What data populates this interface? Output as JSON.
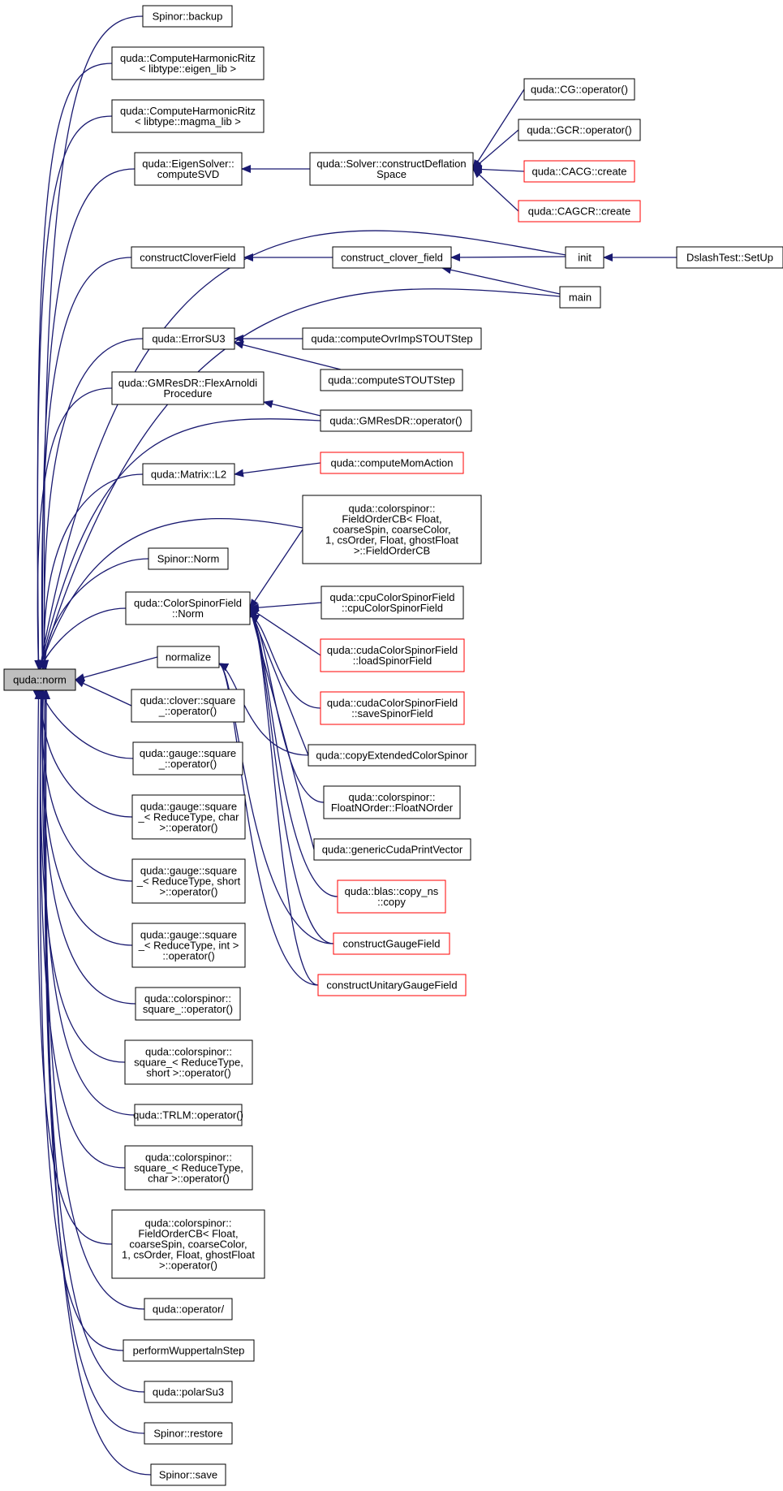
{
  "colors": {
    "edge": "#191970",
    "node_border": "#000000",
    "node_border_truncated": "#ff0000",
    "root_fill": "#bfbfbf",
    "node_fill": "#ffffff"
  },
  "nodes": [
    {
      "id": "root",
      "label": [
        "quda::norm"
      ],
      "root": true
    },
    {
      "id": "n1",
      "label": [
        "Spinor::backup"
      ]
    },
    {
      "id": "n2",
      "label": [
        "quda::ComputeHarmonicRitz",
        "< libtype::eigen_lib >"
      ]
    },
    {
      "id": "n3",
      "label": [
        "quda::ComputeHarmonicRitz",
        "< libtype::magma_lib >"
      ]
    },
    {
      "id": "n4",
      "label": [
        "quda::EigenSolver::",
        "computeSVD"
      ]
    },
    {
      "id": "n5",
      "label": [
        "quda::Solver::constructDeflation",
        "Space"
      ]
    },
    {
      "id": "n6",
      "label": [
        "quda::CG::operator()"
      ]
    },
    {
      "id": "n7",
      "label": [
        "quda::GCR::operator()"
      ]
    },
    {
      "id": "n8",
      "label": [
        "quda::CACG::create"
      ],
      "red": true
    },
    {
      "id": "n9",
      "label": [
        "quda::CAGCR::create"
      ],
      "red": true
    },
    {
      "id": "n10",
      "label": [
        "constructCloverField"
      ]
    },
    {
      "id": "n11",
      "label": [
        "construct_clover_field"
      ]
    },
    {
      "id": "n12",
      "label": [
        "init"
      ]
    },
    {
      "id": "n13",
      "label": [
        "DslashTest::SetUp"
      ]
    },
    {
      "id": "n14",
      "label": [
        "main"
      ]
    },
    {
      "id": "n15",
      "label": [
        "quda::ErrorSU3"
      ]
    },
    {
      "id": "n16",
      "label": [
        "quda::computeOvrImpSTOUTStep"
      ]
    },
    {
      "id": "n17",
      "label": [
        "quda::computeSTOUTStep"
      ]
    },
    {
      "id": "n18",
      "label": [
        "quda::GMResDR::FlexArnoldi",
        "Procedure"
      ]
    },
    {
      "id": "n19",
      "label": [
        "quda::GMResDR::operator()"
      ]
    },
    {
      "id": "n20",
      "label": [
        "quda::Matrix::L2"
      ]
    },
    {
      "id": "n21",
      "label": [
        "quda::computeMomAction"
      ],
      "red": true
    },
    {
      "id": "n22",
      "label": [
        "quda::colorspinor::",
        "FieldOrderCB< Float,",
        "coarseSpin, coarseColor,",
        "1, csOrder, Float, ghostFloat",
        ">::FieldOrderCB"
      ]
    },
    {
      "id": "n23",
      "label": [
        "Spinor::Norm"
      ]
    },
    {
      "id": "n24",
      "label": [
        "quda::ColorSpinorField",
        "::Norm"
      ]
    },
    {
      "id": "n25",
      "label": [
        "quda::cpuColorSpinorField",
        "::cpuColorSpinorField"
      ]
    },
    {
      "id": "n26",
      "label": [
        "quda::cudaColorSpinorField",
        "::loadSpinorField"
      ],
      "red": true
    },
    {
      "id": "n27",
      "label": [
        "quda::cudaColorSpinorField",
        "::saveSpinorField"
      ],
      "red": true
    },
    {
      "id": "n28",
      "label": [
        "quda::copyExtendedColorSpinor"
      ]
    },
    {
      "id": "n29",
      "label": [
        "quda::colorspinor::",
        "FloatNOrder::FloatNOrder"
      ]
    },
    {
      "id": "n30",
      "label": [
        "quda::genericCudaPrintVector"
      ]
    },
    {
      "id": "n31",
      "label": [
        "quda::blas::copy_ns",
        "::copy"
      ],
      "red": true
    },
    {
      "id": "n32",
      "label": [
        "constructGaugeField"
      ],
      "red": true
    },
    {
      "id": "n33",
      "label": [
        "constructUnitaryGaugeField"
      ],
      "red": true
    },
    {
      "id": "n34",
      "label": [
        "normalize"
      ]
    },
    {
      "id": "n35",
      "label": [
        "quda::clover::square",
        "_::operator()"
      ]
    },
    {
      "id": "n36",
      "label": [
        "quda::gauge::square",
        "_::operator()"
      ]
    },
    {
      "id": "n37",
      "label": [
        "quda::gauge::square",
        "_< ReduceType, char",
        ">::operator()"
      ]
    },
    {
      "id": "n38",
      "label": [
        "quda::gauge::square",
        "_< ReduceType, short",
        ">::operator()"
      ]
    },
    {
      "id": "n39",
      "label": [
        "quda::gauge::square",
        "_< ReduceType, int >",
        "::operator()"
      ]
    },
    {
      "id": "n40",
      "label": [
        "quda::colorspinor::",
        "square_::operator()"
      ]
    },
    {
      "id": "n41",
      "label": [
        "quda::colorspinor::",
        "square_< ReduceType,",
        "short >::operator()"
      ]
    },
    {
      "id": "n42",
      "label": [
        "quda::TRLM::operator()"
      ]
    },
    {
      "id": "n43",
      "label": [
        "quda::colorspinor::",
        "square_< ReduceType,",
        "char >::operator()"
      ]
    },
    {
      "id": "n44",
      "label": [
        "quda::colorspinor::",
        "FieldOrderCB< Float,",
        "coarseSpin, coarseColor,",
        "1, csOrder, Float, ghostFloat",
        ">::operator()"
      ]
    },
    {
      "id": "n45",
      "label": [
        "quda::operator/"
      ]
    },
    {
      "id": "n46",
      "label": [
        "performWuppertalnStep"
      ]
    },
    {
      "id": "n47",
      "label": [
        "quda::polarSu3"
      ]
    },
    {
      "id": "n48",
      "label": [
        "Spinor::restore"
      ]
    },
    {
      "id": "n49",
      "label": [
        "Spinor::save"
      ]
    }
  ],
  "edges": [
    [
      "n1",
      "root"
    ],
    [
      "n2",
      "root"
    ],
    [
      "n3",
      "root"
    ],
    [
      "n4",
      "root"
    ],
    [
      "n12",
      "root"
    ],
    [
      "n10",
      "root"
    ],
    [
      "n14",
      "root"
    ],
    [
      "n15",
      "root"
    ],
    [
      "n18",
      "root"
    ],
    [
      "n19",
      "root"
    ],
    [
      "n20",
      "root"
    ],
    [
      "n22",
      "root"
    ],
    [
      "n23",
      "root"
    ],
    [
      "n24",
      "root"
    ],
    [
      "n34",
      "root"
    ],
    [
      "n35",
      "root"
    ],
    [
      "n36",
      "root"
    ],
    [
      "n37",
      "root"
    ],
    [
      "n38",
      "root"
    ],
    [
      "n39",
      "root"
    ],
    [
      "n40",
      "root"
    ],
    [
      "n41",
      "root"
    ],
    [
      "n42",
      "root"
    ],
    [
      "n43",
      "root"
    ],
    [
      "n44",
      "root"
    ],
    [
      "n45",
      "root"
    ],
    [
      "n46",
      "root"
    ],
    [
      "n47",
      "root"
    ],
    [
      "n48",
      "root"
    ],
    [
      "n49",
      "root"
    ],
    [
      "n5",
      "n4"
    ],
    [
      "n6",
      "n5"
    ],
    [
      "n7",
      "n5"
    ],
    [
      "n8",
      "n5"
    ],
    [
      "n9",
      "n5"
    ],
    [
      "n11",
      "n10"
    ],
    [
      "n12",
      "n11"
    ],
    [
      "n14",
      "n11"
    ],
    [
      "n13",
      "n12"
    ],
    [
      "n16",
      "n15"
    ],
    [
      "n17",
      "n15"
    ],
    [
      "n19",
      "n18"
    ],
    [
      "n21",
      "n20"
    ],
    [
      "n22",
      "n24"
    ],
    [
      "n25",
      "n24"
    ],
    [
      "n26",
      "n24"
    ],
    [
      "n27",
      "n24"
    ],
    [
      "n28",
      "n24"
    ],
    [
      "n29",
      "n24"
    ],
    [
      "n30",
      "n24"
    ],
    [
      "n31",
      "n24"
    ],
    [
      "n32",
      "n24"
    ],
    [
      "n33",
      "n24"
    ],
    [
      "n28",
      "n34"
    ],
    [
      "n32",
      "n34"
    ],
    [
      "n33",
      "n34"
    ]
  ]
}
